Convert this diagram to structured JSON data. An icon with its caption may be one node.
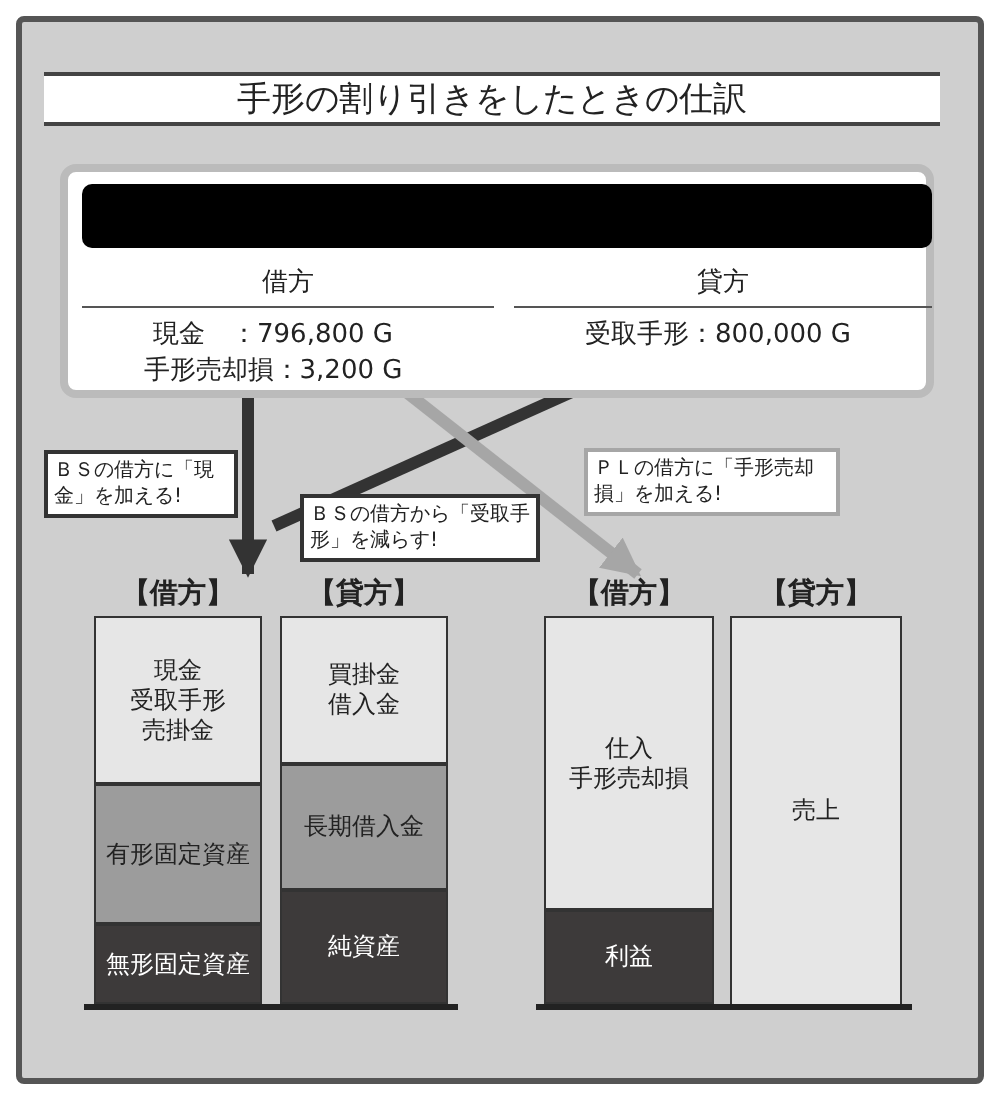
{
  "diagram": {
    "title": "手形の割り引きをしたときの仕訳",
    "nodes": [
      {
        "text": [],
        "shape": "box"
      },
      {
        "text": [],
        "shape": "bar",
        "in": 0
      },
      {
        "text": [
          "借方"
        ],
        "in": 0
      },
      {
        "text": [
          "貸方"
        ],
        "in": 0
      },
      {
        "text": [
          "現金　：796,800 G",
          "手形売却損：3,200 G"
        ],
        "in": 0
      },
      {
        "text": [
          "受取手形：800,000 G"
        ],
        "in": 0
      },
      {
        "text": [
          "【借方】"
        ]
      },
      {
        "text": [
          "現金",
          "受取手形",
          "売掛金"
        ],
        "in": 6
      },
      {
        "text": [
          "有形固定資産"
        ],
        "in": 6
      },
      {
        "text": [
          "無形固定資産"
        ],
        "in": 6
      },
      {
        "text": [
          "【貸方】"
        ]
      },
      {
        "text": [
          "買掛金",
          "借入金"
        ],
        "in": 10
      },
      {
        "text": [
          "長期借入金"
        ],
        "in": 10
      },
      {
        "text": [
          "純資産"
        ],
        "in": 10
      },
      {
        "text": [
          "【借方】"
        ]
      },
      {
        "text": [
          "仕入",
          "手形売却損"
        ],
        "in": 14
      },
      {
        "text": [
          "利益"
        ],
        "in": 14
      },
      {
        "text": [
          "【貸方】",
          "売上"
        ]
      }
    ],
    "edges": [
      {
        "from": 4,
        "to": 6,
        "arrow": "to",
        "label": "ＢＳの借方に「現金」を加える!"
      },
      {
        "from": null,
        "to": 5,
        "arrow": "to",
        "label": "ＢＳの借方から「受取手形」を減らす!"
      },
      {
        "from": 4,
        "to": 14,
        "arrow": "to",
        "color": "#a6a6a6",
        "label": "ＰＬの借方に「手形売却損」を加える!"
      }
    ]
  }
}
